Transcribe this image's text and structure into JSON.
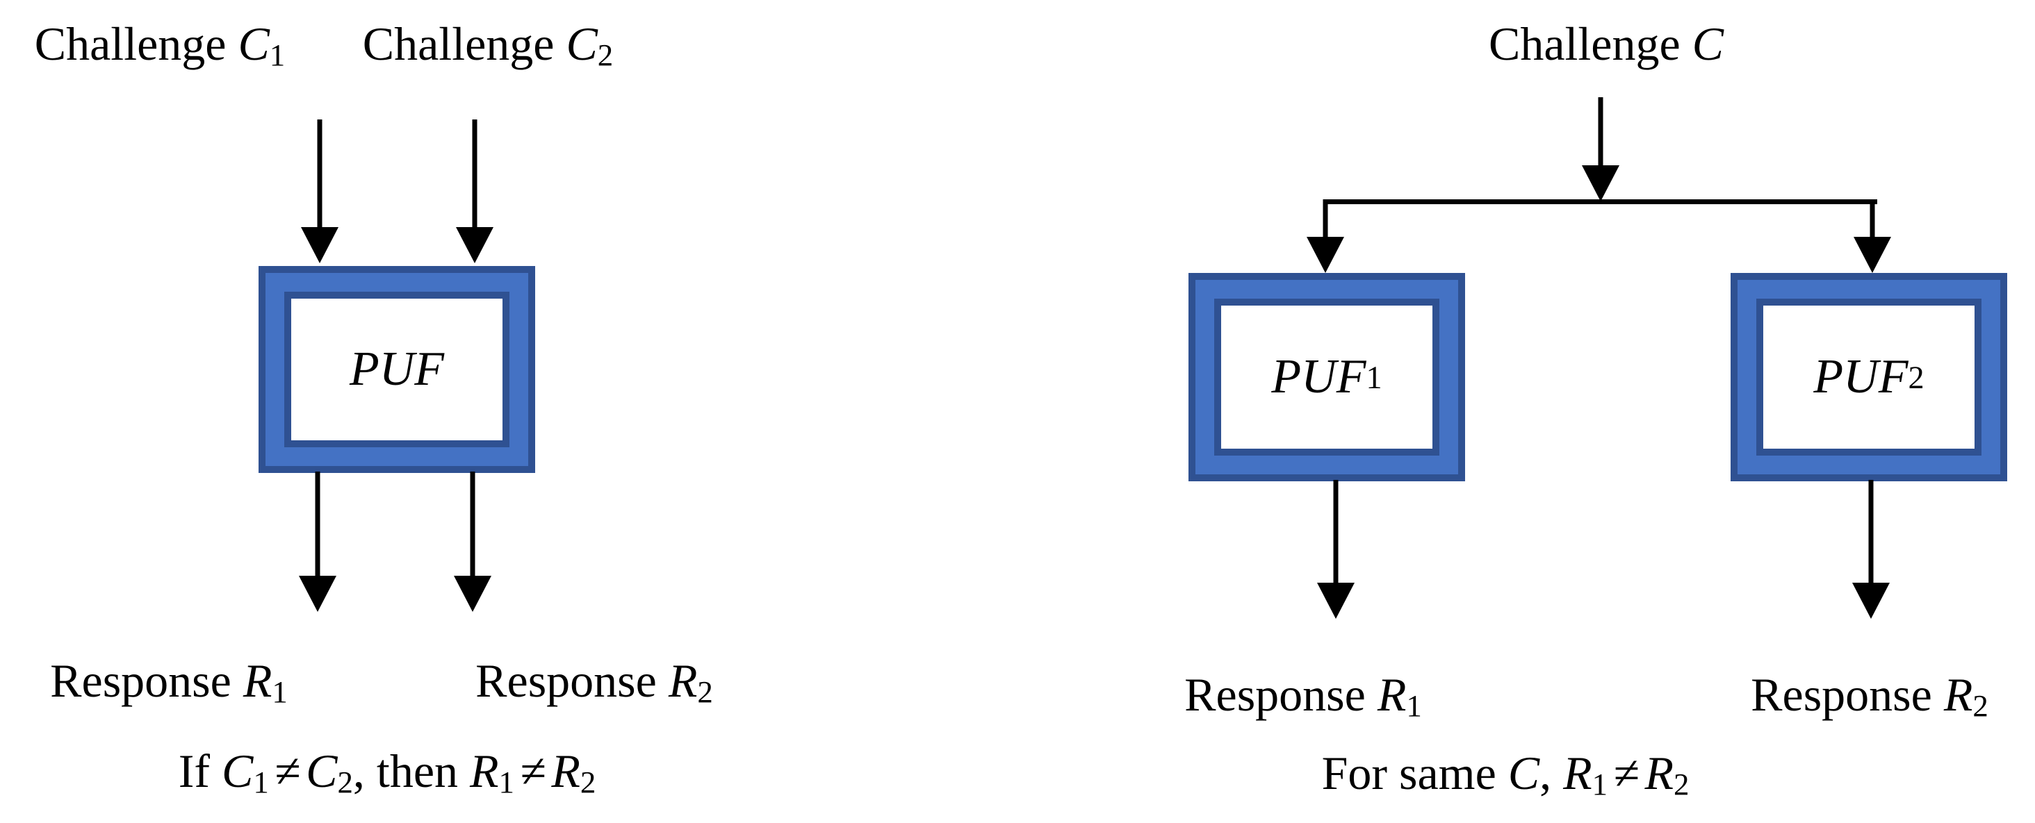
{
  "colors": {
    "box_border": "#2F5192",
    "box_fill": "#4472C4",
    "arrow": "#000000",
    "background": "#FFFFFF",
    "text": "#000000"
  },
  "diagram_left": {
    "challenge1": {
      "prefix": "Challenge ",
      "var": "C",
      "sub": "1"
    },
    "challenge2": {
      "prefix": "Challenge ",
      "var": "C",
      "sub": "2"
    },
    "box": {
      "label": "PUF",
      "sub": ""
    },
    "response1": {
      "prefix": "Response ",
      "var": "R",
      "sub": "1"
    },
    "response2": {
      "prefix": "Response ",
      "var": "R",
      "sub": "2"
    },
    "caption": {
      "seg0": "If ",
      "var1": "C",
      "sub1": "1",
      "neq1": "≠",
      "var2": "C",
      "sub2": "2",
      "seg1": ", then ",
      "var3": "R",
      "sub3": "1",
      "neq2": "≠",
      "var4": "R",
      "sub4": "2"
    }
  },
  "diagram_right": {
    "challenge": {
      "prefix": "Challenge ",
      "var": "C",
      "sub": ""
    },
    "box1": {
      "label": "PUF",
      "sub": "1"
    },
    "box2": {
      "label": "PUF",
      "sub": "2"
    },
    "response1": {
      "prefix": "Response ",
      "var": "R",
      "sub": "1"
    },
    "response2": {
      "prefix": "Response ",
      "var": "R",
      "sub": "2"
    },
    "caption": {
      "seg0": "For same ",
      "var1": "C",
      "seg1": ", ",
      "var2": "R",
      "sub2": "1",
      "neq": "≠",
      "var3": "R",
      "sub3": "2"
    }
  }
}
